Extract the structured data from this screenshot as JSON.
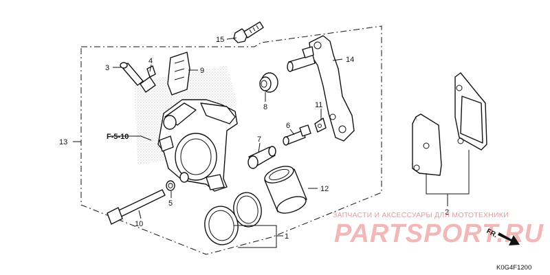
{
  "diagram": {
    "reference_label": "F-5-10",
    "diagram_code": "K0G4F1200",
    "front_marker": "FR.",
    "callouts": [
      {
        "id": "c1",
        "text": "1"
      },
      {
        "id": "c2",
        "text": "2"
      },
      {
        "id": "c3",
        "text": "3"
      },
      {
        "id": "c4",
        "text": "4"
      },
      {
        "id": "c5",
        "text": "5"
      },
      {
        "id": "c6",
        "text": "6"
      },
      {
        "id": "c7",
        "text": "7"
      },
      {
        "id": "c8",
        "text": "8"
      },
      {
        "id": "c9",
        "text": "9"
      },
      {
        "id": "c10",
        "text": "10"
      },
      {
        "id": "c11",
        "text": "11"
      },
      {
        "id": "c12",
        "text": "12"
      },
      {
        "id": "c13",
        "text": "13"
      },
      {
        "id": "c14",
        "text": "14"
      },
      {
        "id": "c15",
        "text": "15"
      }
    ]
  },
  "watermark": {
    "tagline": "ЗАПЧАСТИ И АКСЕССУАРЫ ДЛЯ МОТОТЕХНИКИ",
    "brand": "PARTSPORT.RU"
  },
  "colors": {
    "line": "#111111",
    "watermark": "#f2b8b8",
    "stipple": "#b8b8b8"
  }
}
